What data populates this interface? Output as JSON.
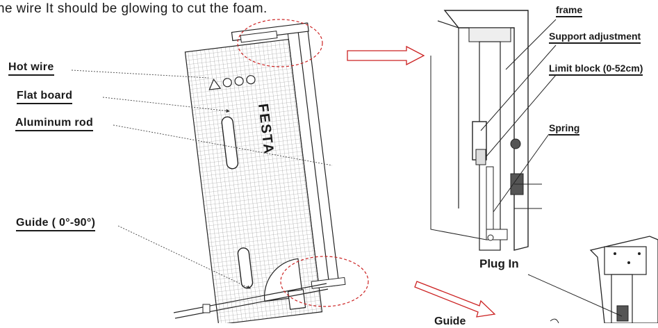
{
  "caption": "he wire It should be glowing to cut the foam.",
  "labels": {
    "hot_wire": "Hot wire",
    "flat_board": "Flat board",
    "aluminum_rod": "Aluminum rod",
    "guide_angle": "Guide ( 0°-90°)",
    "frame": "frame",
    "support_adjustment": "Support adjustment",
    "limit_block": "Limit block (0-52cm)",
    "spring": "Spring",
    "plug_in": "Plug In",
    "guide": "Guide"
  },
  "brand": "FESTA",
  "colors": {
    "callout": "#cc2222",
    "line": "#1a1a1a",
    "grid": "#9a9a9a"
  }
}
